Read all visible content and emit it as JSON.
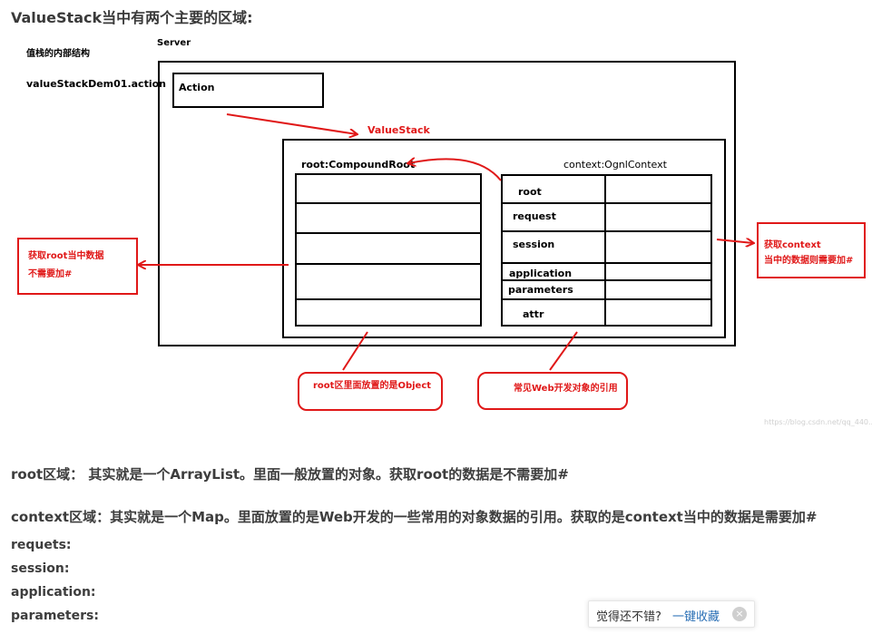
{
  "heading": "ValueStack当中有两个主要的区域:",
  "diagram": {
    "inner_structure_label": "值栈的内部结构",
    "server_label": "Server",
    "action_url_label": "valueStackDem01.action",
    "action_box_label": "Action",
    "valuestack_label": "ValueStack",
    "root_label": "root:CompoundRoot",
    "context_label": "context:OgnlContext",
    "context_rows": [
      "root",
      "request",
      "session",
      "application",
      "parameters",
      "attr"
    ],
    "left_note_line1": "获取root当中数据",
    "left_note_line2": "不需要加#",
    "right_note_line1": "获取context",
    "right_note_line2": "当中的数据则需要加#",
    "root_bubble": "root区里面放置的是Object",
    "context_bubble": "常见Web开发对象的引用"
  },
  "watermark": "https://blog.csdn.net/qq_440...",
  "paragraphs": {
    "root_area": "root区域： 其实就是一个ArrayList。里面一般放置的对象。获取root的数据是不需要加#",
    "context_area": "context区域：其实就是一个Map。里面放置的是Web开发的一些常用的对象数据的引用。获取的是context当中的数据是需要加#"
  },
  "list_items": [
    "requets:",
    "session:",
    "application:",
    "parameters:"
  ],
  "bottom_bar": {
    "prompt": "觉得还不错?",
    "collect_link": "一键收藏",
    "close_symbol": "×"
  },
  "colors": {
    "annotation_red": "#e01818",
    "link_blue": "#2a6fb5"
  }
}
